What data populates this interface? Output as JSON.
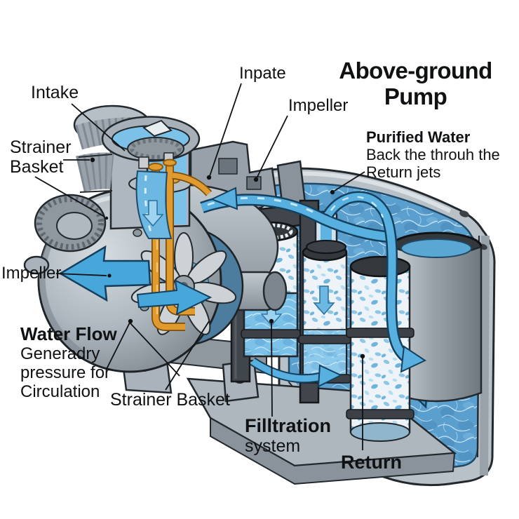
{
  "diagram": {
    "title": {
      "line1": "Above-ground",
      "line2": "Pump"
    },
    "labels": {
      "intake": "Intake",
      "strainer_basket_top_line1": "Strainer",
      "strainer_basket_top_line2": "Basket",
      "inpate": "Inpate",
      "impeller_top": "Impeller",
      "purified_line1": "Purified Water",
      "purified_line2": "Back the throuh the",
      "purified_line3": "Return jets",
      "impeller_left": "Impeller",
      "water_flow_heading": "Water Flow",
      "water_flow_line1": "Generadry",
      "water_flow_line2": "pressure for",
      "water_flow_line3": "Circulation",
      "strainer_basket_bottom": "Strainer Basket",
      "filtration_line1": "Filltration",
      "filtration_line2": "system",
      "return": "Return"
    },
    "colors": {
      "background": "#ffffff",
      "text": "#0f1113",
      "pool_water": "#5b9fce",
      "water_light": "#8ec9ea",
      "flow_arrow": "#47a6da",
      "pipe_orange": "#e09a2e",
      "metal_gray": "#aab3bb",
      "metal_dark": "#3c4147",
      "outline": "#1d2226"
    }
  }
}
